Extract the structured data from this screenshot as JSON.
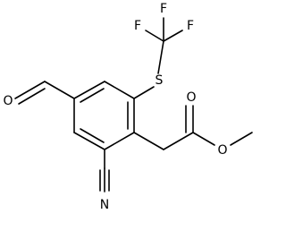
{
  "diagram": {
    "type": "chemical-structure",
    "line_color": "#000000",
    "background": "#ffffff",
    "atom_labels": {
      "f_top": "F",
      "f_left": "F",
      "f_right": "F",
      "sulfur": "S",
      "o_aldehyde": "O",
      "o_carbonyl": "O",
      "o_ester": "O",
      "nitrile_n": "N"
    }
  }
}
